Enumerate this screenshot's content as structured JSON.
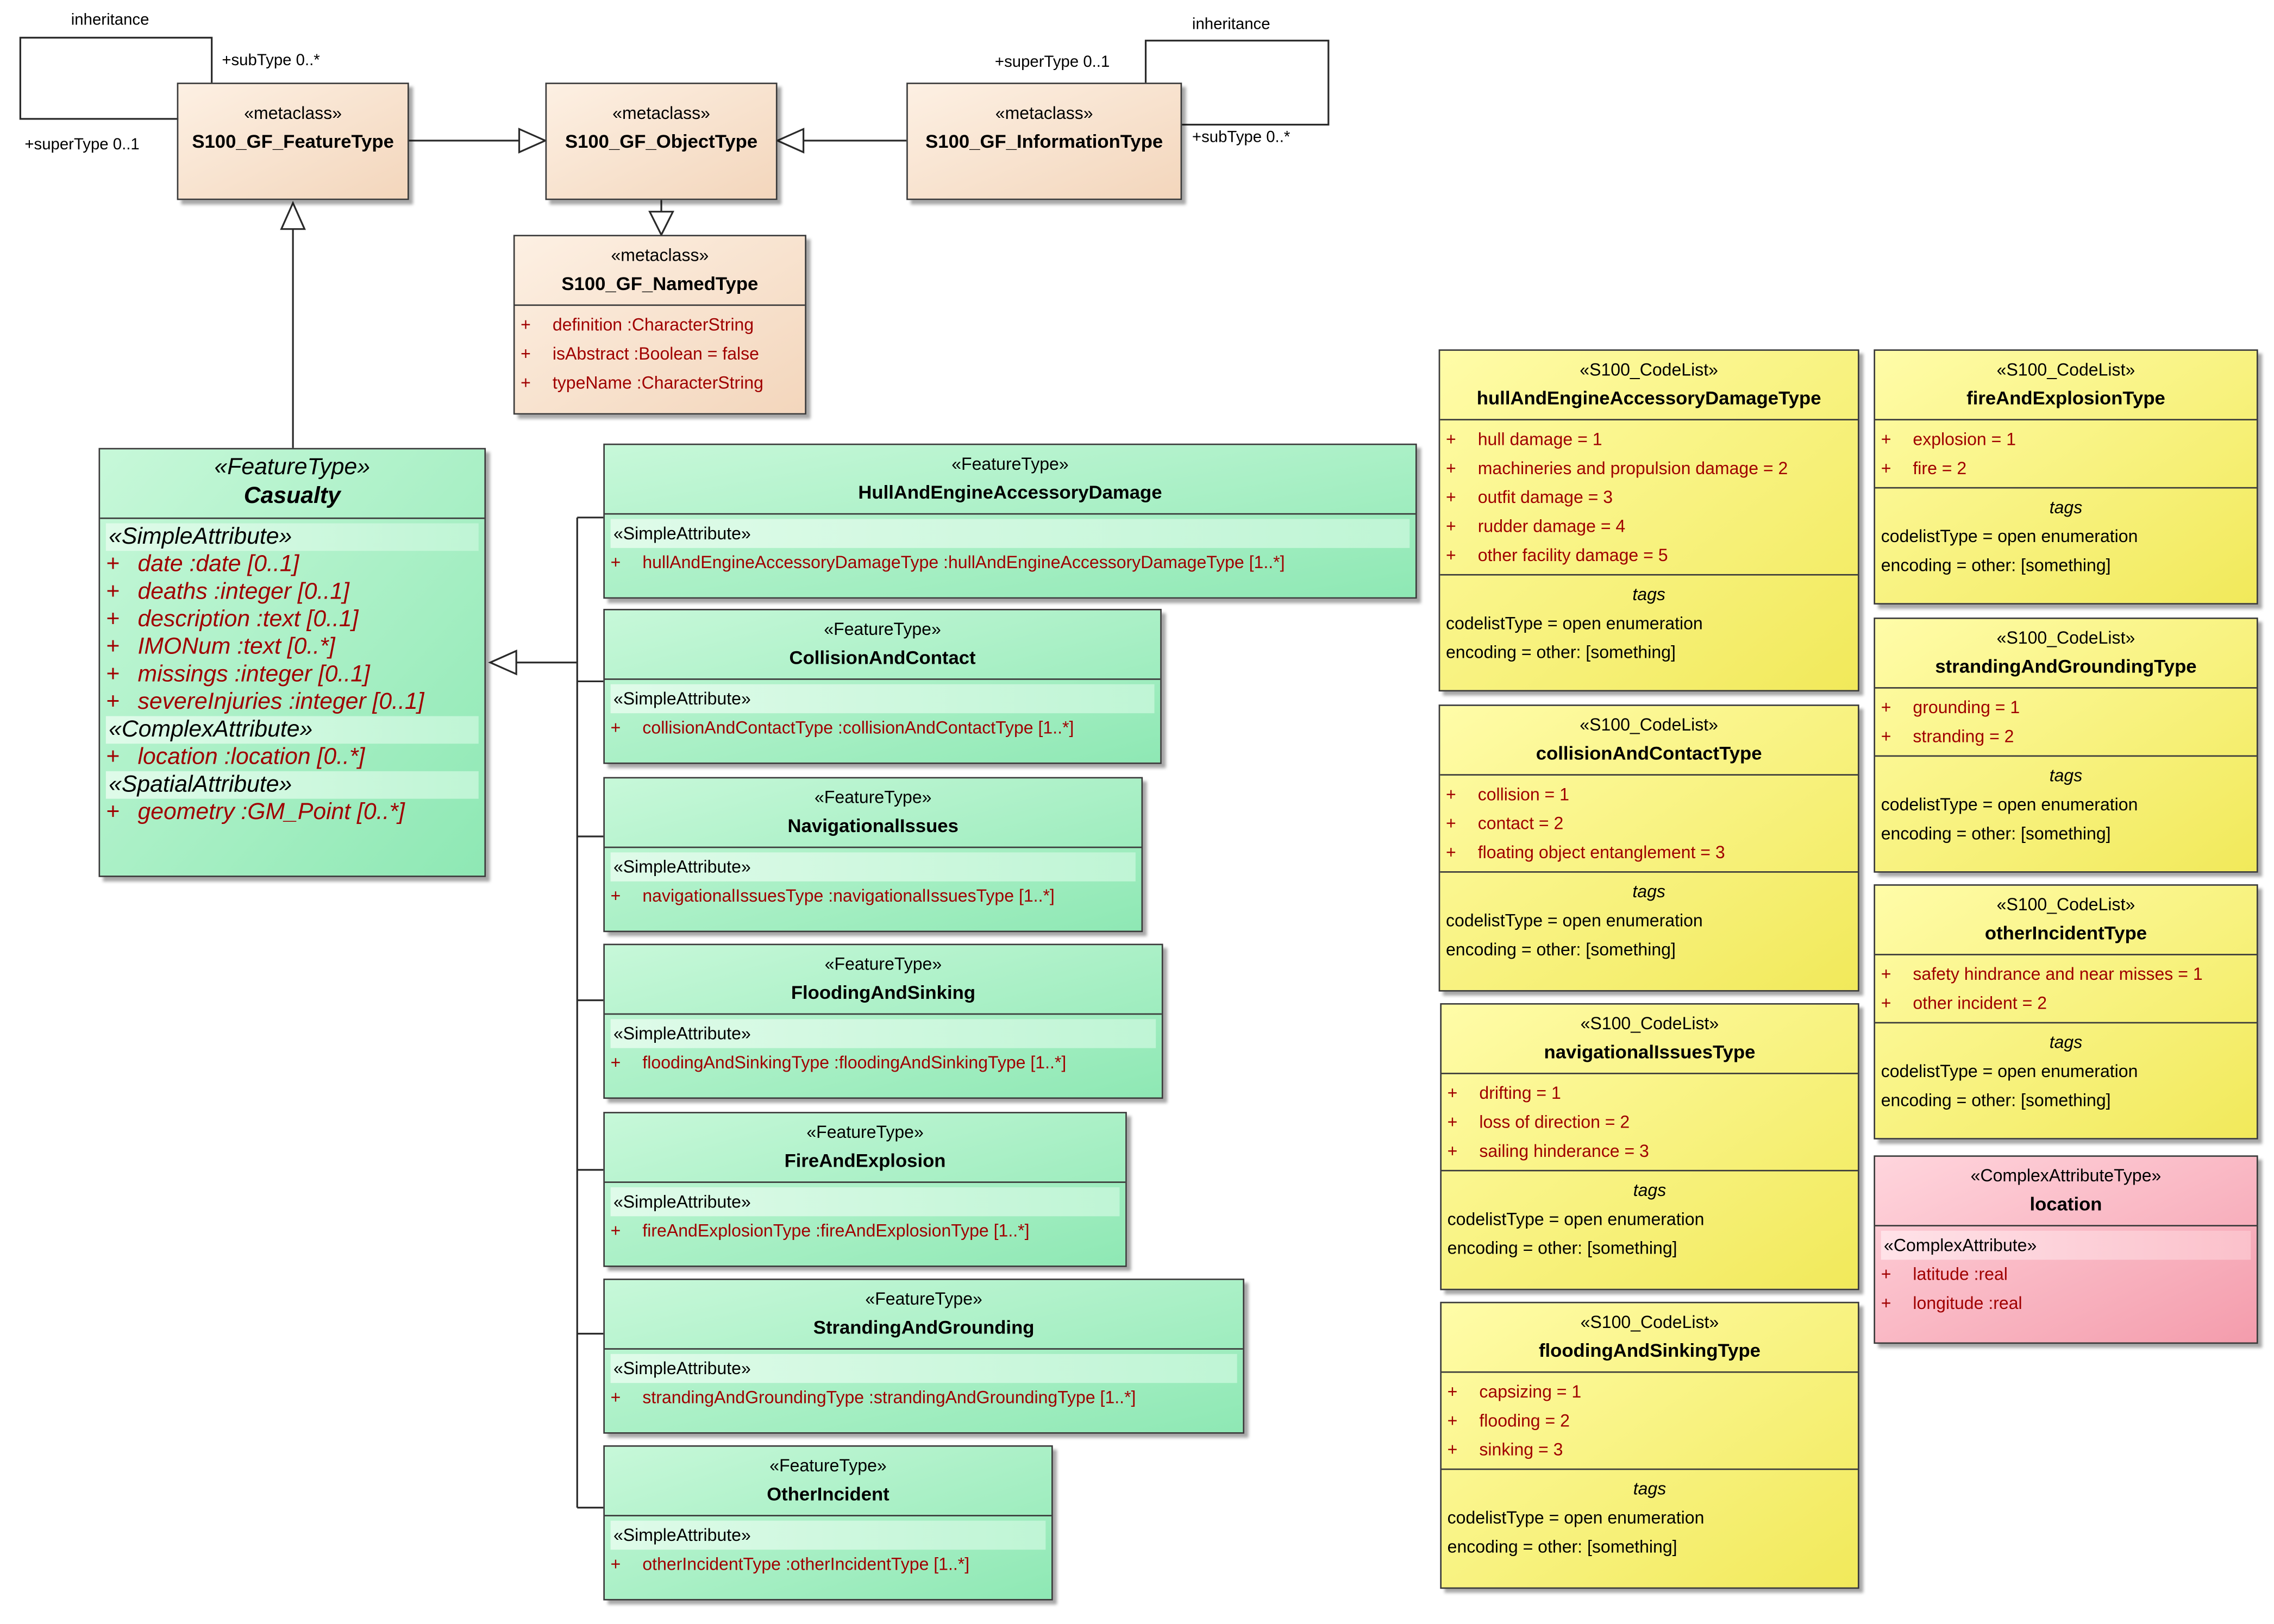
{
  "labels": {
    "inheritance_left": "inheritance",
    "subtype_left": "+subType 0..*",
    "supertype_left": "+superType 0..1",
    "inheritance_right": "inheritance",
    "supertype_right": "+superType 0..1",
    "subtype_right": "+subType 0..*"
  },
  "metaclasses": {
    "feature": {
      "stereo": "«metaclass»",
      "name": "S100_GF_FeatureType"
    },
    "object": {
      "stereo": "«metaclass»",
      "name": "S100_GF_ObjectType"
    },
    "information": {
      "stereo": "«metaclass»",
      "name": "S100_GF_InformationType"
    },
    "named": {
      "stereo": "«metaclass»",
      "name": "S100_GF_NamedType",
      "attrs": [
        "definition  :CharacterString",
        "isAbstract  :Boolean = false",
        "typeName  :CharacterString"
      ]
    }
  },
  "casualty": {
    "stereo": "«FeatureType»",
    "name": "Casualty",
    "simple_group": "«SimpleAttribute»",
    "simple": [
      "date  :date [0..1]",
      "deaths  :integer [0..1]",
      "description  :text [0..1]",
      "IMONum  :text [0..*]",
      "missings  :integer [0..1]",
      "severeInjuries  :integer [0..1]"
    ],
    "complex_group": "«ComplexAttribute»",
    "complex": [
      "location  :location [0..*]"
    ],
    "spatial_group": "«SpatialAttribute»",
    "spatial": [
      "geometry  :GM_Point [0..*]"
    ]
  },
  "features": [
    {
      "stereo": "«FeatureType»",
      "name": "HullAndEngineAccessoryDamage",
      "group": "«SimpleAttribute»",
      "attr": "hullAndEngineAccessoryDamageType  :hullAndEngineAccessoryDamageType [1..*]"
    },
    {
      "stereo": "«FeatureType»",
      "name": "CollisionAndContact",
      "group": "«SimpleAttribute»",
      "attr": "collisionAndContactType  :collisionAndContactType [1..*]"
    },
    {
      "stereo": "«FeatureType»",
      "name": "NavigationalIssues",
      "group": "«SimpleAttribute»",
      "attr": "navigationalIssuesType  :navigationalIssuesType [1..*]"
    },
    {
      "stereo": "«FeatureType»",
      "name": "FloodingAndSinking",
      "group": "«SimpleAttribute»",
      "attr": "floodingAndSinkingType  :floodingAndSinkingType [1..*]"
    },
    {
      "stereo": "«FeatureType»",
      "name": "FireAndExplosion",
      "group": "«SimpleAttribute»",
      "attr": "fireAndExplosionType  :fireAndExplosionType [1..*]"
    },
    {
      "stereo": "«FeatureType»",
      "name": "StrandingAndGrounding",
      "group": "«SimpleAttribute»",
      "attr": "strandingAndGroundingType  :strandingAndGroundingType [1..*]"
    },
    {
      "stereo": "«FeatureType»",
      "name": "OtherIncident",
      "group": "«SimpleAttribute»",
      "attr": "otherIncidentType  :otherIncidentType [1..*]"
    }
  ],
  "codelists": [
    {
      "stereo": "«S100_CodeList»",
      "name": "hullAndEngineAccessoryDamageType",
      "values": [
        "hull damage = 1",
        "machineries and propulsion damage = 2",
        "outfit damage = 3",
        "rudder damage = 4",
        "other facility damage = 5"
      ]
    },
    {
      "stereo": "«S100_CodeList»",
      "name": "collisionAndContactType",
      "values": [
        "collision = 1",
        "contact = 2",
        "floating object entanglement = 3"
      ]
    },
    {
      "stereo": "«S100_CodeList»",
      "name": "navigationalIssuesType",
      "values": [
        "drifting = 1",
        "loss of direction = 2",
        "sailing hinderance = 3"
      ]
    },
    {
      "stereo": "«S100_CodeList»",
      "name": "floodingAndSinkingType",
      "values": [
        "capsizing = 1",
        "flooding = 2",
        "sinking = 3"
      ]
    },
    {
      "stereo": "«S100_CodeList»",
      "name": "fireAndExplosionType",
      "values": [
        "explosion = 1",
        "fire = 2"
      ]
    },
    {
      "stereo": "«S100_CodeList»",
      "name": "strandingAndGroundingType",
      "values": [
        "grounding = 1",
        "stranding = 2"
      ]
    },
    {
      "stereo": "«S100_CodeList»",
      "name": "otherIncidentType",
      "values": [
        "safety hindrance and near misses = 1",
        "other incident = 2"
      ]
    }
  ],
  "tags": {
    "title": "tags",
    "codelist_type": "codelistType = open enumeration",
    "encoding": "encoding = other: [something]"
  },
  "plus": "+",
  "location_type": {
    "stereo": "«ComplexAttributeType»",
    "name": "location",
    "group": "«ComplexAttribute»",
    "attrs": [
      "latitude  :real",
      "longitude  :real"
    ]
  },
  "colors": {
    "metaclass": "#f3d6bc",
    "feature": "#8ee8b4",
    "codelist": "#f1e95a",
    "complex": "#f49cac",
    "attribute_text": "#a00000"
  }
}
